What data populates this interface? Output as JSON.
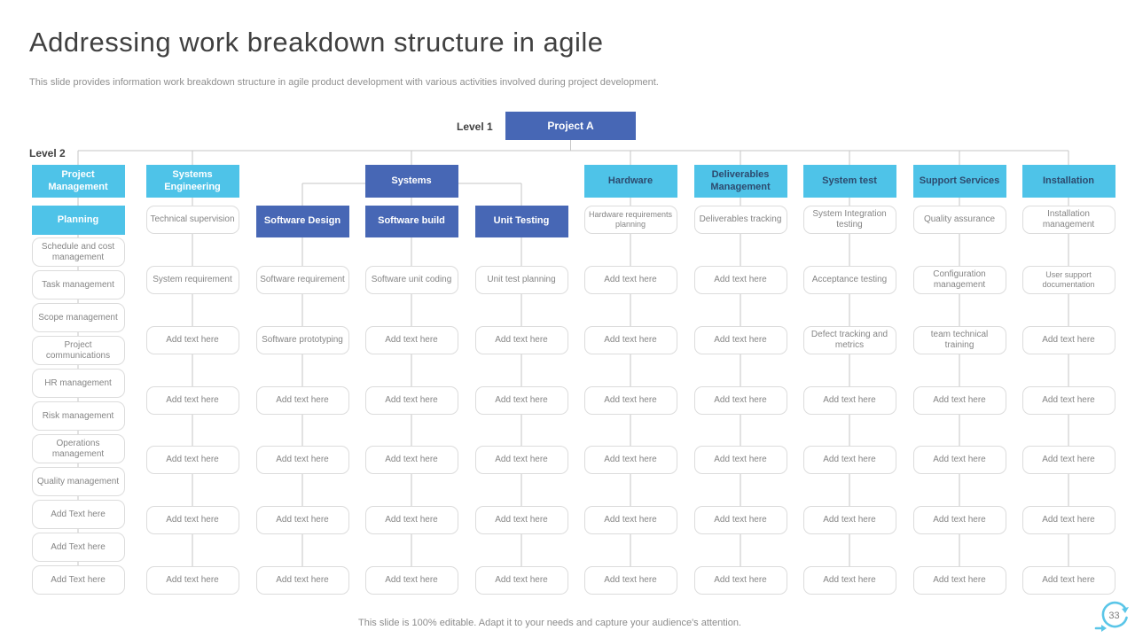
{
  "title": "Addressing work breakdown structure in agile",
  "subtitle": "This slide provides information work breakdown structure in agile product development with various activities involved during project development.",
  "labels": {
    "level1": "Level 1",
    "level2": "Level 2"
  },
  "root": {
    "label": "Project A"
  },
  "footer": {
    "note": "This slide is 100% editable. Adapt it to your needs and capture your audience's attention.",
    "page_number": "33"
  },
  "colors": {
    "primary_blue": "#4767b5",
    "accent_cyan": "#4ec3e8",
    "box_border": "#dcdcdc",
    "box_text": "#858585",
    "connector": "#c6c6c6",
    "header_dark_text": "#2d4a6e",
    "title_text": "#404040"
  },
  "tree": {
    "systems_group_header": "Systems",
    "columns": [
      {
        "header": "Project Management",
        "header_style": "cyan",
        "tight": true,
        "items": [
          {
            "label": "Planning",
            "style": "cyan"
          },
          "Schedule and cost management",
          "Task management",
          "Scope management",
          "Project communications",
          "HR management",
          "Risk management",
          "Operations management",
          "Quality management",
          "Add Text here",
          "Add Text here",
          "Add Text here"
        ]
      },
      {
        "header": "Systems Engineering",
        "header_style": "cyan",
        "items": [
          "Technical supervision",
          "System requirement",
          "Add text here",
          "Add text here",
          "Add text here",
          "Add text here",
          "Add text here"
        ]
      },
      {
        "sub_header": "Software Design",
        "items": [
          "Software requirement",
          "Software prototyping",
          "Add text here",
          "Add text here",
          "Add text here",
          "Add text here"
        ]
      },
      {
        "sub_header": "Software build",
        "items": [
          "Software unit coding",
          "Add text here",
          "Add text here",
          "Add text here",
          "Add text here",
          "Add text here"
        ]
      },
      {
        "sub_header": "Unit Testing",
        "items": [
          "Unit test planning",
          "Add text here",
          "Add text here",
          "Add text here",
          "Add text here",
          "Add text here"
        ]
      },
      {
        "header": "Hardware",
        "header_style": "cyan-dark",
        "items": [
          {
            "label": "Hardware requirements planning",
            "small": true
          },
          "Add text here",
          "Add text here",
          "Add text here",
          "Add text here",
          "Add text here",
          "Add text here"
        ]
      },
      {
        "header": "Deliverables Management",
        "header_style": "cyan-dark",
        "items": [
          "Deliverables tracking",
          "Add text here",
          "Add text here",
          "Add text here",
          "Add text here",
          "Add text here",
          "Add text here"
        ]
      },
      {
        "header": "System test",
        "header_style": "cyan-dark",
        "items": [
          "System Integration testing",
          "Acceptance testing",
          "Defect tracking and metrics",
          "Add text here",
          "Add text here",
          "Add text here",
          "Add text here"
        ]
      },
      {
        "header": "Support Services",
        "header_style": "cyan-dark",
        "items": [
          "Quality assurance",
          "Configuration management",
          "team technical training",
          "Add text here",
          "Add text here",
          "Add text here",
          "Add text here"
        ]
      },
      {
        "header": "Installation",
        "header_style": "cyan-dark",
        "items": [
          "Installation management",
          {
            "label": "User support documentation",
            "small": true
          },
          "Add text here",
          "Add text here",
          "Add text here",
          "Add text here",
          "Add text here"
        ]
      }
    ]
  }
}
